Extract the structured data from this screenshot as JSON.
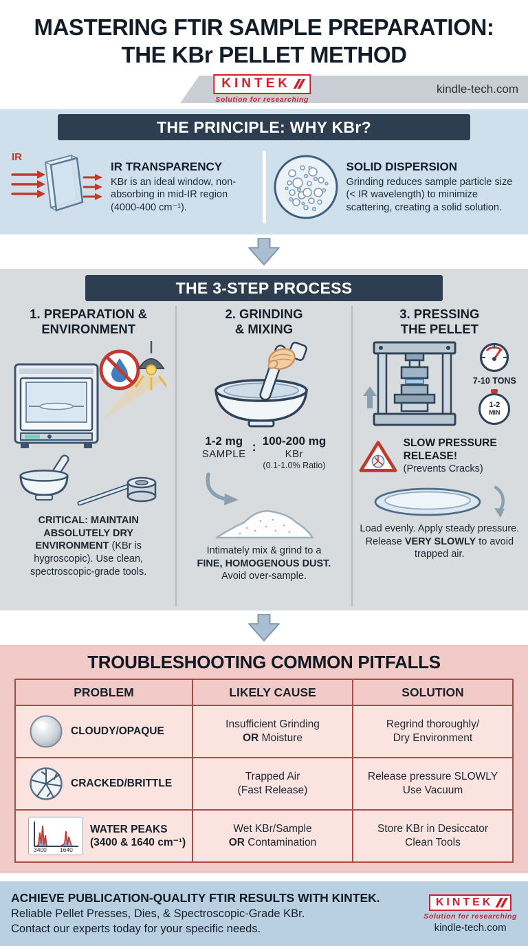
{
  "colors": {
    "brand_red": "#d21f2b",
    "navy_header": "#2d3e50",
    "principle_bg": "#cfdfec",
    "process_bg": "#d8dcdf",
    "trouble_bg": "#f2cac7",
    "table_cell_bg": "#fbe3e0",
    "footer_bg": "#b9d0e3",
    "warning_red": "#c0392b"
  },
  "header": {
    "title_line1": "MASTERING FTIR SAMPLE PREPARATION:",
    "title_line2": "THE KBr PELLET METHOD"
  },
  "brand": {
    "name": "KINTEK",
    "tagline": "Solution for researching",
    "website": "kindle-tech.com"
  },
  "principle": {
    "heading": "THE PRINCIPLE: WHY KBr?",
    "ir_label": "IR",
    "left_title": "IR TRANSPARENCY",
    "left_body": "KBr is an ideal window, non-absorbing in mid-IR region (4000-400 cm⁻¹).",
    "right_title": "SOLID DISPERSION",
    "right_body": "Grinding reduces sample particle size (< IR wavelength) to minimize scattering, creating a solid solution."
  },
  "process": {
    "heading": "THE 3-STEP PROCESS",
    "step1": {
      "title_line1": "1. PREPARATION &",
      "title_line2": "ENVIRONMENT",
      "caption_bold": "CRITICAL: MAINTAIN ABSOLUTELY DRY ENVIRONMENT",
      "caption_rest": " (KBr is hygroscopic). Use clean, spectroscopic-grade tools."
    },
    "step2": {
      "title_line1": "2. GRINDING",
      "title_line2": "& MIXING",
      "sample_amount": "1-2 mg",
      "sample_label": "SAMPLE",
      "ratio_colon": ":",
      "kbr_amount": "100-200 mg",
      "kbr_label": "KBr",
      "ratio_note": "(0.1-1.0% Ratio)",
      "caption_line1": "Intimately mix & grind to a",
      "caption_bold": "FINE, HOMOGENOUS DUST.",
      "caption_line2": "Avoid over-sample."
    },
    "step3": {
      "title_line1": "3. PRESSING",
      "title_line2": "THE PELLET",
      "tons_label": "7-10 TONS",
      "time_line1": "1-2",
      "time_line2": "MIN",
      "warning_bold": "SLOW PRESSURE RELEASE!",
      "warning_rest": "(Prevents Cracks)",
      "caption_pre": "Load evenly. Apply steady pressure. Release ",
      "caption_bold": "VERY SLOWLY",
      "caption_post": " to avoid trapped air."
    }
  },
  "troubleshooting": {
    "heading": "TROUBLESHOOTING COMMON PITFALLS",
    "columns": [
      "PROBLEM",
      "LIKELY CAUSE",
      "SOLUTION"
    ],
    "rows": [
      {
        "problem": "CLOUDY/OPAQUE",
        "cause_line1": "Insufficient Grinding",
        "cause_bold": "OR",
        "cause_rest": " Moisture",
        "solution_line1": "Regrind thoroughly/",
        "solution_line2": "Dry Environment"
      },
      {
        "problem": "CRACKED/BRITTLE",
        "cause_line1": "Trapped Air",
        "cause_line2": "(Fast Release)",
        "solution_line1": "Release pressure SLOWLY",
        "solution_line2": "Use Vacuum"
      },
      {
        "problem_line1": "WATER PEAKS",
        "problem_line2": "(3400 & 1640 cm⁻¹)",
        "peak_label_1": "3400",
        "peak_label_2": "1640",
        "cause_line1": "Wet KBr/Sample",
        "cause_bold": "OR",
        "cause_rest": " Contamination",
        "solution_line1": "Store KBr in Desiccator",
        "solution_line2": "Clean Tools"
      }
    ]
  },
  "footer": {
    "line1": "ACHIEVE PUBLICATION-QUALITY FTIR RESULTS WITH KINTEK.",
    "line2": "Reliable Pellet Presses, Dies, & Spectroscopic-Grade KBr.",
    "line3": "Contact our experts today for your specific needs."
  }
}
